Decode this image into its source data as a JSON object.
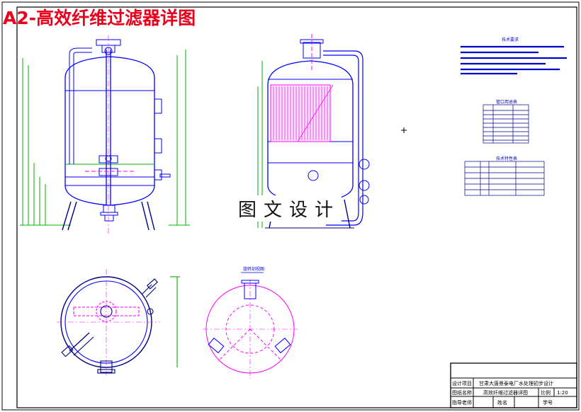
{
  "title": "A2-高效纤维过滤器详图",
  "watermark": "图文设计",
  "section_label": "旋转剖视图",
  "tech_notes_title": "技术要求",
  "nozzle_table_title": "管口用途表",
  "parts_table_title": "技术特性表",
  "title_block": {
    "r1_label": "设计项目",
    "r1_value": "甘肃大唐景泰电厂水处理初步设计",
    "r2_label": "图纸名称",
    "r2_value": "高效纤维过滤器详图",
    "scale_label": "比例",
    "scale_value": "1:20",
    "r3_label": "指导老师",
    "name_label": "姓名",
    "id_label": "学号"
  },
  "colors": {
    "title_red": "#e8001c",
    "line_blue": "#0000ff",
    "line_magenta": "#ff00ff",
    "line_green": "#00b000",
    "line_dark": "#000080"
  }
}
